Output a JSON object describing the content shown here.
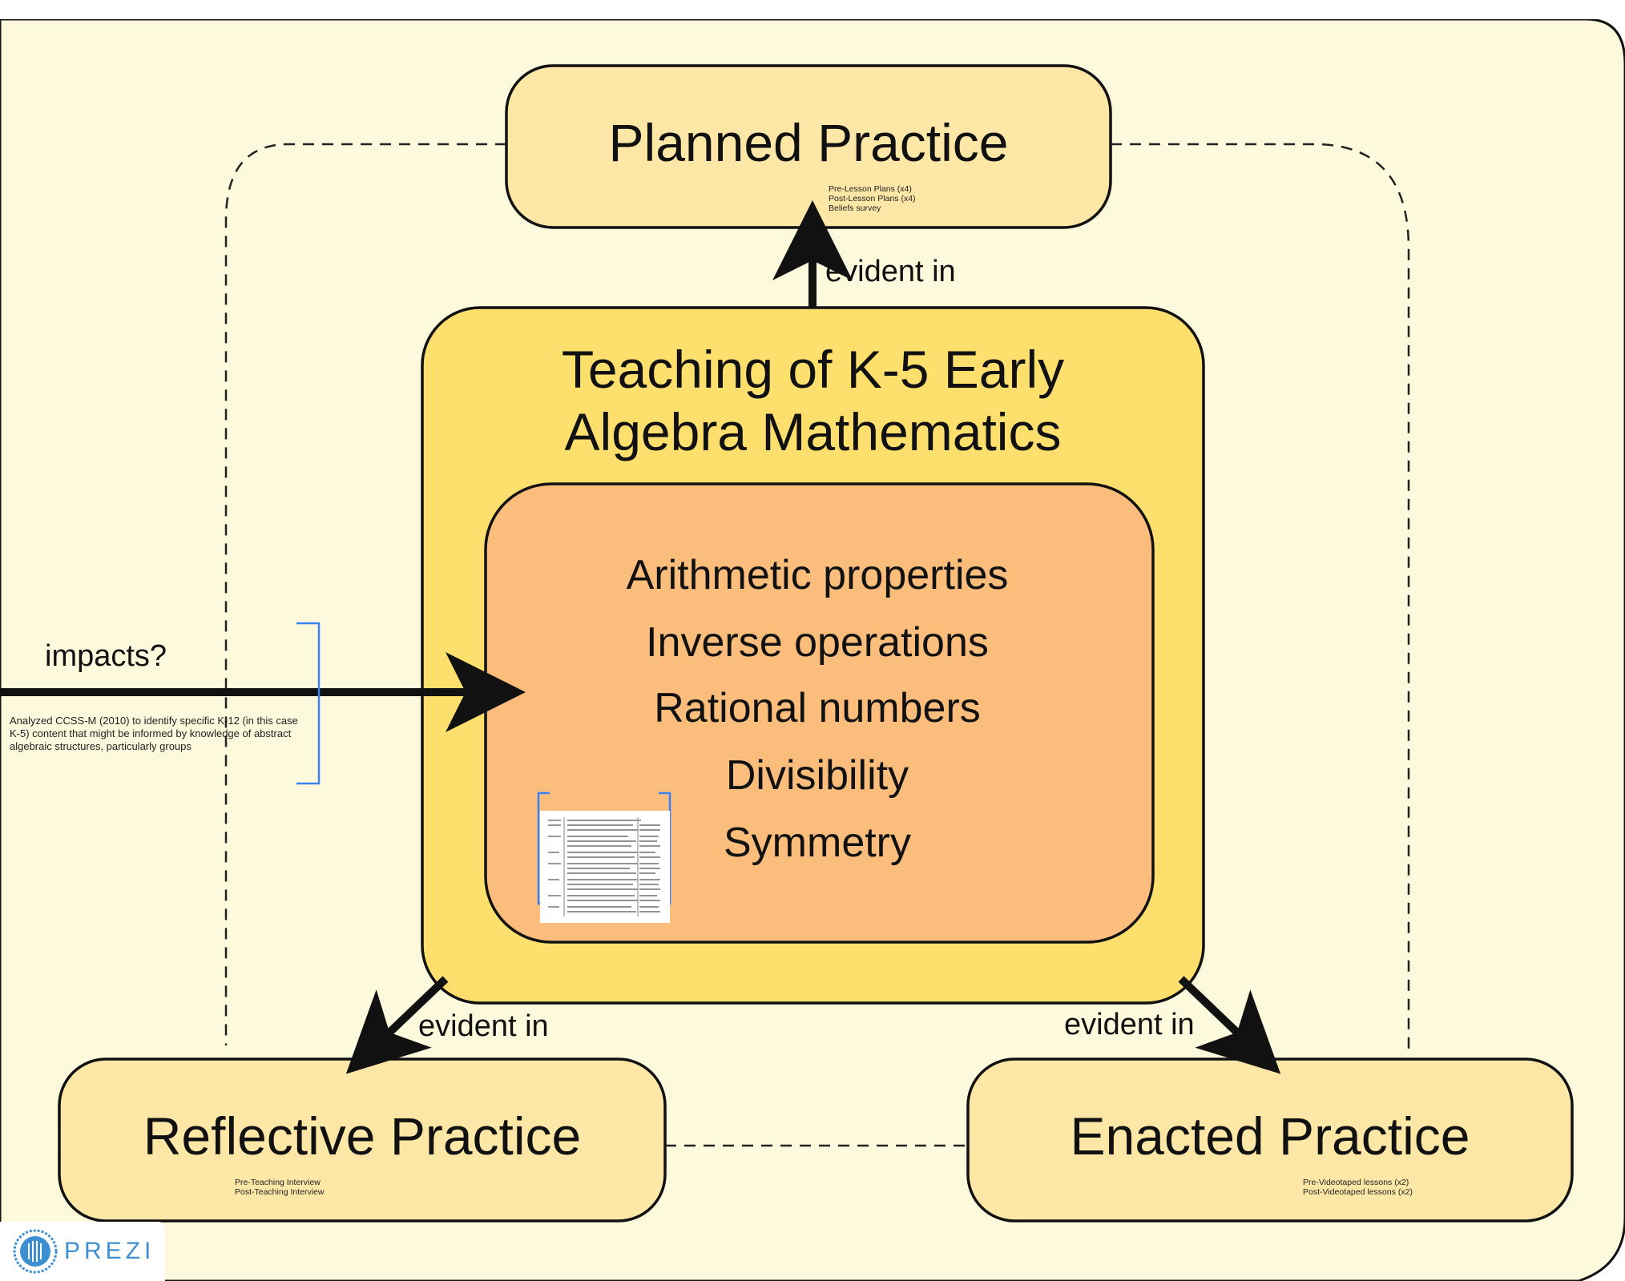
{
  "colors": {
    "background": "#fdf9dc",
    "outer_box": "#fde7a6",
    "core_box": "#fddf6e",
    "inner_box": "#fbbd7c",
    "stroke": "#111111",
    "bracket": "#3b82f6",
    "prezi_blue": "#3d8fd1"
  },
  "planned": {
    "title": "Planned Practice",
    "notes": [
      "Pre-Lesson Plans (x4)",
      "Post-Lesson Plans (x4)",
      "Beliefs survey"
    ]
  },
  "core": {
    "title_line1": "Teaching of K-5 Early",
    "title_line2": "Algebra Mathematics",
    "topics": [
      "Arithmetic properties",
      "Inverse operations",
      "Rational numbers",
      "Divisibility",
      "Symmetry"
    ]
  },
  "reflective": {
    "title": "Reflective Practice",
    "notes": [
      "Pre-Teaching Interview",
      "Post-Teaching Interview"
    ]
  },
  "enacted": {
    "title": "Enacted Practice",
    "notes": [
      "Pre-Videotaped lessons (x2)",
      "Post-Videotaped lessons (x2)"
    ]
  },
  "arrows": {
    "to_planned": "evident in",
    "to_reflective": "evident in",
    "to_enacted": "evident in"
  },
  "impacts": {
    "label": "impacts?",
    "note": "Analyzed CCSS-M (2010) to identify specific K-12 (in this case K-5) content that might be informed by knowledge of abstract algebraic structures, particularly groups"
  },
  "branding": {
    "logo_text": "PREZI",
    "logo_icon": "prezi-logo-icon"
  }
}
